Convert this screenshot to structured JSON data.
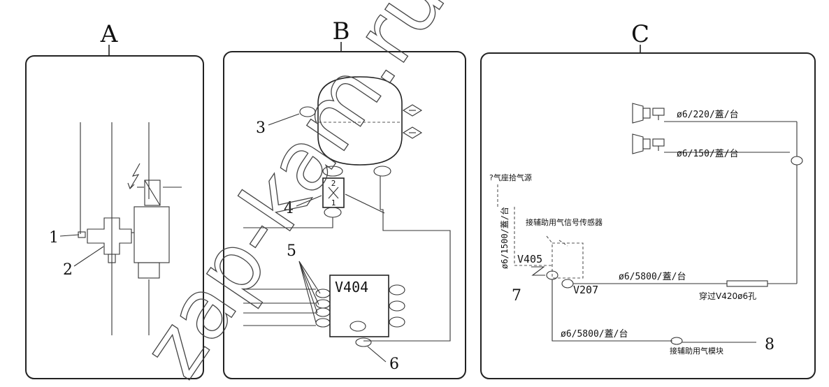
{
  "panels": {
    "a": {
      "letter": "A"
    },
    "b": {
      "letter": "B"
    },
    "c": {
      "letter": "C"
    }
  },
  "callouts": {
    "n1": "1",
    "n2": "2",
    "n3": "3",
    "n4": "4",
    "n5": "5",
    "n6": "6",
    "n7": "7",
    "n8": "8"
  },
  "panel_b": {
    "valve_label": "V404",
    "check_valve_top": "2",
    "check_valve_bottom": "1"
  },
  "panel_c": {
    "pipe_220": "ø6/220/蓋/台",
    "pipe_150": "ø6/150/蓋/台",
    "pipe_5800_top": "ø6/5800/蓋/台",
    "pipe_5800_bottom": "ø6/5800/蓋/台",
    "pipe_vertical": "ø6/1500/蓋/台",
    "source_label": "?气座拾气源",
    "sensor_label": "接辅助用气信号传感器",
    "v405": "V405",
    "v207": "V207",
    "pass_through": "穿过V420ø6孔",
    "module_label": "接辅助用气模块"
  },
  "watermark": {
    "text": "zap-kam.ru"
  },
  "colors": {
    "ink": "#222222",
    "background": "#ffffff"
  }
}
